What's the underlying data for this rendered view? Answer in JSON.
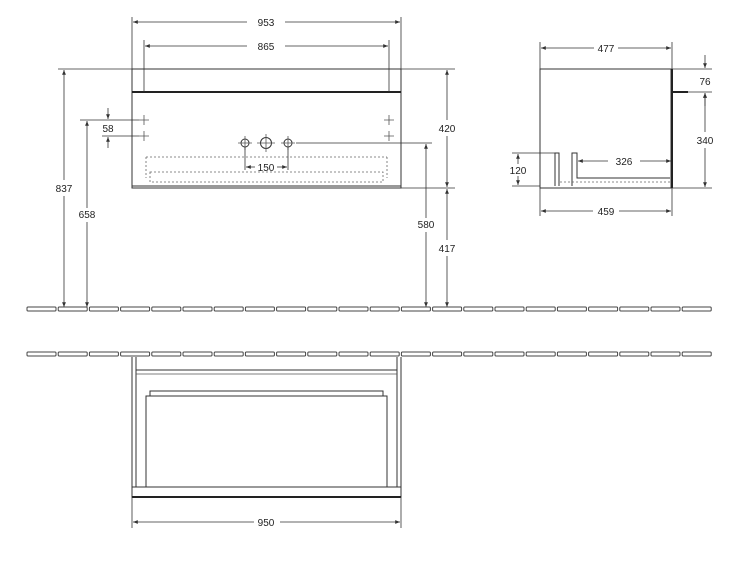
{
  "front_view": {
    "overall_width": "953",
    "inner_width": "865",
    "total_height": "837",
    "outlet_height": "658",
    "offset_58": "58",
    "tap_spacing": "150",
    "top_height": "420",
    "tap_height": "580",
    "floor_clearance": "417"
  },
  "side_view": {
    "depth": "477",
    "top_thickness": "76",
    "body_height": "340",
    "siphon_height": "120",
    "siphon_depth": "326",
    "inner_depth": "459"
  },
  "top_view": {
    "width": "950"
  }
}
